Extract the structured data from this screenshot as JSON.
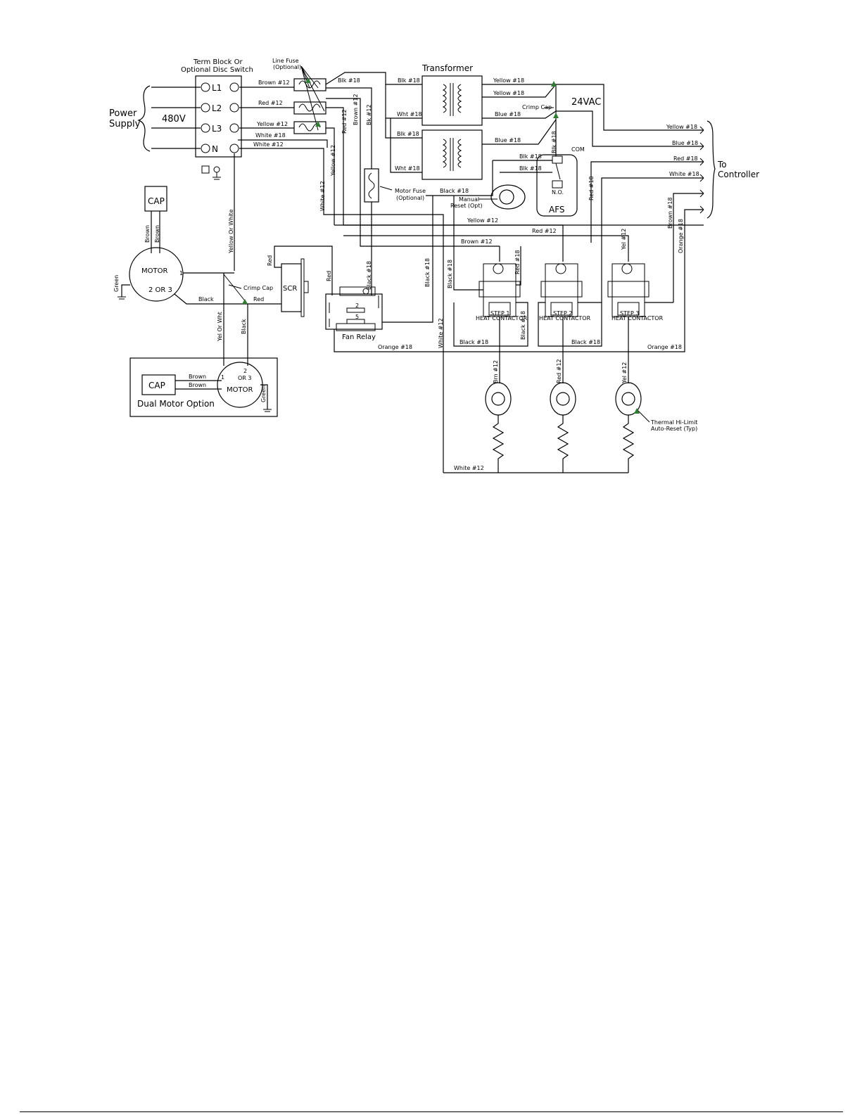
{
  "power_supply": {
    "label_line1": "Power",
    "label_line2": "Supply",
    "voltage": "480V"
  },
  "term_block": {
    "title_line1": "Term Block Or",
    "title_line2": "Optional Disc Switch",
    "terminals": [
      "L1",
      "L2",
      "L3",
      "N"
    ]
  },
  "line_fuse": {
    "label_line1": "Line Fuse",
    "label_line2": "(Optional)"
  },
  "transformer": {
    "title": "Transformer",
    "secondary": "24VAC"
  },
  "crimp_cap_top": "Crimp Cap",
  "crimp_cap_motor": "Crimp Cap",
  "to_controller": {
    "line1": "To",
    "line2": "Controller",
    "wires": [
      "Yellow #18",
      "Blue #18",
      "Red #18",
      "White #18"
    ]
  },
  "afs": {
    "label": "AFS",
    "com": "COM",
    "no": "N.O."
  },
  "motor_fuse": {
    "line1": "Motor Fuse",
    "line2": "(Optional)"
  },
  "manual_reset": {
    "line1": "Manual",
    "line2": "Reset (Opt)"
  },
  "cap": "CAP",
  "motor": {
    "label": "MOTOR",
    "t1": "1",
    "t23": "2 OR 3"
  },
  "scr": "SCR",
  "fan_relay": {
    "label": "Fan Relay",
    "t2": "2",
    "t5": "5"
  },
  "dual_motor": {
    "label": "Dual Motor Option",
    "cap": "CAP",
    "motor": "MOTOR",
    "t1": "1",
    "t2": "2",
    "t3": "OR 3",
    "brown1": "Brown",
    "brown2": "Brown",
    "green": "Green"
  },
  "contactors": [
    {
      "line1": "STEP 1",
      "line2": "HEAT CONTACTOR"
    },
    {
      "line1": "STEP 2",
      "line2": "HEAT CONTACTOR"
    },
    {
      "line1": "STEP 3",
      "line2": "HEAT CONTACTOR"
    }
  ],
  "thermal": {
    "line1": "Thermal Hi-Limit",
    "line2": "Auto-Reset (Typ)"
  },
  "wire_labels": {
    "brown12": "Brown #12",
    "red12": "Red #12",
    "yellow12": "Yellow #12",
    "white18_n": "White #18",
    "white12_n": "White #12",
    "blk18_top": "Blk #18",
    "blk18_t1": "Blk #18",
    "wht18_t1": "Wht #18",
    "blk18_t2": "Blk #18",
    "wht18_t2": "Wht #18",
    "yellow18_t1": "Yellow #18",
    "yellow18_t2": "Yellow #18",
    "blue18_t1": "Blue #18",
    "blue18_t2": "Blue #18",
    "blk18_afs1": "Blk #18",
    "blk18_afs2": "Blk #18",
    "blk18_afs_v": "Blk #18",
    "red12_v": "Red #12",
    "brown12_v": "Brown #12",
    "bk12_v": "Bk #12",
    "yellow12_v": "Yellow #12",
    "white12_v": "White #12",
    "yellow_or_white": "Yellow Or White",
    "black18_relay": "Black #18",
    "black18_mf": "Black #18",
    "yellow12_h": "Yellow #12",
    "red12_h": "Red #12",
    "brown12_h": "Brown #12",
    "black_v1": "Black #18",
    "red_v1": "Red #18",
    "red18_afs": "Red #18",
    "yel12_c3": "Yel #12",
    "black18_c2": "Black #18",
    "black18_b1": "Black #18",
    "black18_b2": "Black #18",
    "orange18_b": "Orange #18",
    "orange18_b2": "Orange #18",
    "white12_relay": "White #12",
    "brown18_c": "Brown #18",
    "orange18_c": "Orange #18",
    "brn12": "Brn #12",
    "red12_h2": "Red #12",
    "yel12_h3": "Yel #12",
    "white12_bot": "White #12",
    "brown_m1": "Brown",
    "brown_m2": "Brown",
    "green_m": "Green",
    "black_m": "Black",
    "red_m": "Red",
    "red_scr": "Red",
    "red_relay": "Red",
    "yel_or_wht": "Yel Or Wht",
    "black_dm": "Black"
  }
}
